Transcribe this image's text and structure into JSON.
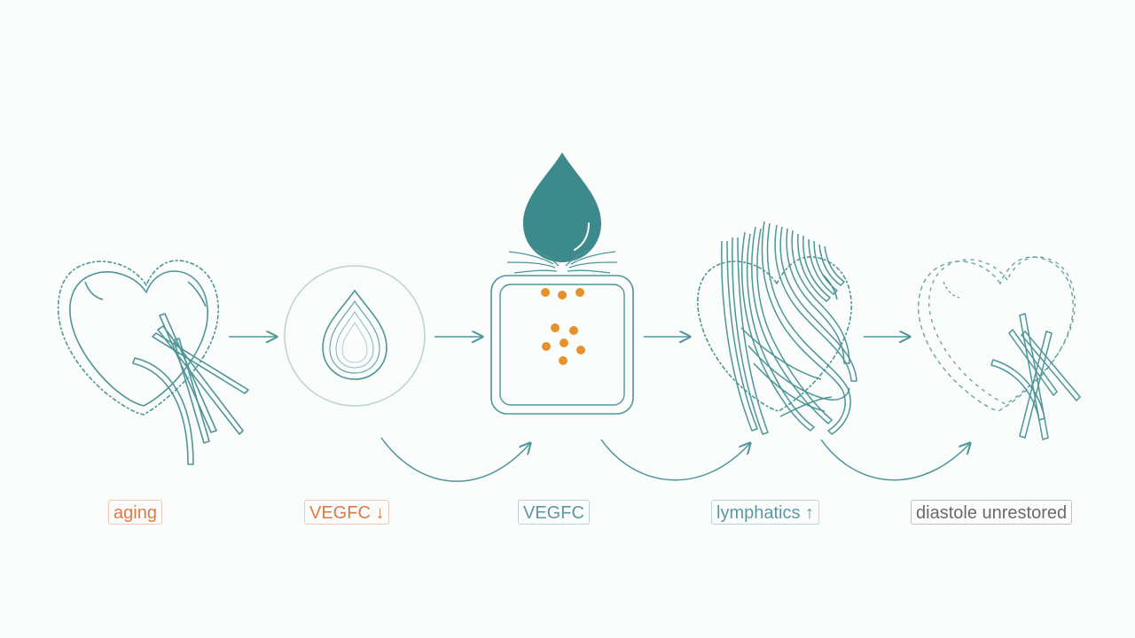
{
  "colors": {
    "teal": "#3d8a8c",
    "line": "#4e9698",
    "orange": "#e8912a",
    "label_orange": "#e07a45",
    "label_teal": "#5c97a3",
    "label_gray": "#6a6a6a"
  },
  "stages": [
    {
      "id": "aging",
      "label": "aging",
      "icon": "aging-heart-icon",
      "tone": "label_orange"
    },
    {
      "id": "vegfc-down",
      "label": "VEGFC ↓",
      "icon": "low-vegfc-droplet-icon",
      "tone": "label_orange"
    },
    {
      "id": "vegfc",
      "label": "VEGFC",
      "icon": "vegfc-delivery-icon",
      "tone": "label_teal"
    },
    {
      "id": "lymphatics-up",
      "label": "lymphatics ↑",
      "icon": "lymphatic-vessels-heart-icon",
      "tone": "label_teal"
    },
    {
      "id": "diastole",
      "label": "diastole unrestored",
      "icon": "faded-heart-icon",
      "tone": "label_gray"
    }
  ]
}
